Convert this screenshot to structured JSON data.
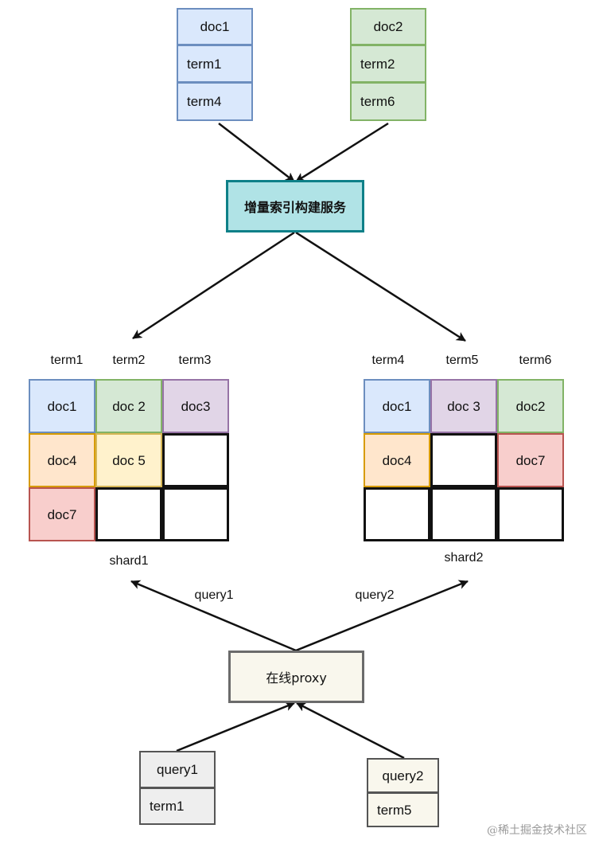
{
  "colors": {
    "blue": {
      "fill": "#dae8fc",
      "stroke": "#6c8ebf"
    },
    "green": {
      "fill": "#d5e8d4",
      "stroke": "#82b366"
    },
    "purple": {
      "fill": "#e1d5e7",
      "stroke": "#9673a6"
    },
    "orange": {
      "fill": "#ffe6cc",
      "stroke": "#d79b00"
    },
    "yellow": {
      "fill": "#fff2cc",
      "stroke": "#d6b656"
    },
    "red": {
      "fill": "#f8cecc",
      "stroke": "#b85450"
    },
    "teal": {
      "fill": "#b0e3e6",
      "stroke": "#0e8088"
    },
    "cream": {
      "fill": "#f9f7ed",
      "stroke": "#36393d"
    },
    "gray": {
      "fill": "#eeeeee",
      "stroke": "#555555"
    }
  },
  "doc1_card": {
    "header": "doc1",
    "rows": [
      "term1",
      "term4"
    ]
  },
  "doc2_card": {
    "header": "doc2",
    "rows": [
      "term2",
      "term6"
    ]
  },
  "index_service": {
    "label": "增量索引构建服务"
  },
  "shard1": {
    "name": "shard1",
    "columns": [
      "term1",
      "term2",
      "term3"
    ],
    "cells": [
      [
        {
          "text": "doc1",
          "color": "blue"
        },
        {
          "text": "doc 2",
          "color": "green"
        },
        {
          "text": "doc3",
          "color": "purple"
        }
      ],
      [
        {
          "text": "doc4",
          "color": "orange"
        },
        {
          "text": "doc 5",
          "color": "yellow"
        },
        {
          "text": "",
          "color": "none"
        }
      ],
      [
        {
          "text": "doc7",
          "color": "red"
        },
        {
          "text": "",
          "color": "none"
        },
        {
          "text": "",
          "color": "none"
        }
      ]
    ]
  },
  "shard2": {
    "name": "shard2",
    "columns": [
      "term4",
      "term5",
      "term6"
    ],
    "cells": [
      [
        {
          "text": "doc1",
          "color": "blue"
        },
        {
          "text": "doc 3",
          "color": "purple"
        },
        {
          "text": "doc2",
          "color": "green"
        }
      ],
      [
        {
          "text": "doc4",
          "color": "orange"
        },
        {
          "text": "",
          "color": "none"
        },
        {
          "text": "doc7",
          "color": "red"
        }
      ],
      [
        {
          "text": "",
          "color": "none"
        },
        {
          "text": "",
          "color": "none"
        },
        {
          "text": "",
          "color": "none"
        }
      ]
    ]
  },
  "edge_labels": {
    "query1": "query1",
    "query2": "query2"
  },
  "proxy": {
    "label": "在线proxy"
  },
  "query1_card": {
    "header": "query1",
    "rows": [
      "term1"
    ]
  },
  "query2_card": {
    "header": "query2",
    "rows": [
      "term5"
    ]
  },
  "watermark": "@稀土掘金技术社区"
}
